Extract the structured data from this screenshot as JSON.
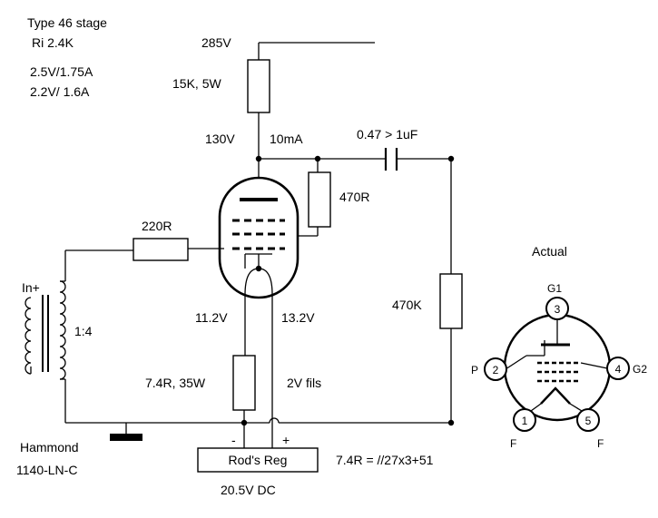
{
  "notes": {
    "title": "Type 46 stage",
    "ri": "Ri 2.4K",
    "heater1": "2.5V/1.75A",
    "heater2": "2.2V/ 1.6A"
  },
  "labels": {
    "b_plus": "285V",
    "plate_resistor": "15K, 5W",
    "plate_voltage": "130V",
    "plate_current": "10mA",
    "coupling_cap": "0.47 > 1uF",
    "screen_resistor": "470R",
    "grid_resistor": "220R",
    "input": "In+",
    "ratio": "1:4",
    "filament_left": "11.2V",
    "filament_right": "13.2V",
    "load_resistor": "470K",
    "cathode_resistor": "7.4R, 35W",
    "fils": "2V fils",
    "transformer_make": "Hammond",
    "transformer_model": "1140-LN-C",
    "reg_minus": "-",
    "reg_plus": "+",
    "regulator": "Rod's Reg",
    "equation": "7.4R = //27x3+51",
    "reg_output": "20.5V DC"
  },
  "basing": {
    "title": "Actual",
    "pins": [
      {
        "number": "1",
        "label": "F"
      },
      {
        "number": "2",
        "label": "P"
      },
      {
        "number": "3",
        "label": "G1"
      },
      {
        "number": "4",
        "label": "G2"
      },
      {
        "number": "5",
        "label": "F"
      }
    ]
  }
}
